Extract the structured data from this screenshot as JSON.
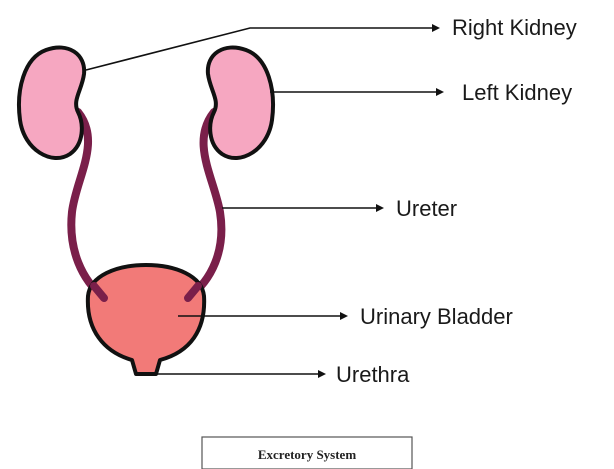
{
  "labels": {
    "right_kidney": "Right Kidney",
    "left_kidney": "Left Kidney",
    "ureter": "Ureter",
    "urinary_bladder": "Urinary Bladder",
    "urethra": "Urethra"
  },
  "caption": "Excretory System",
  "colors": {
    "kidney": "#f6a7c1",
    "ureter": "#7a1f4a",
    "bladder": "#f27a78",
    "outline": "#111111"
  }
}
